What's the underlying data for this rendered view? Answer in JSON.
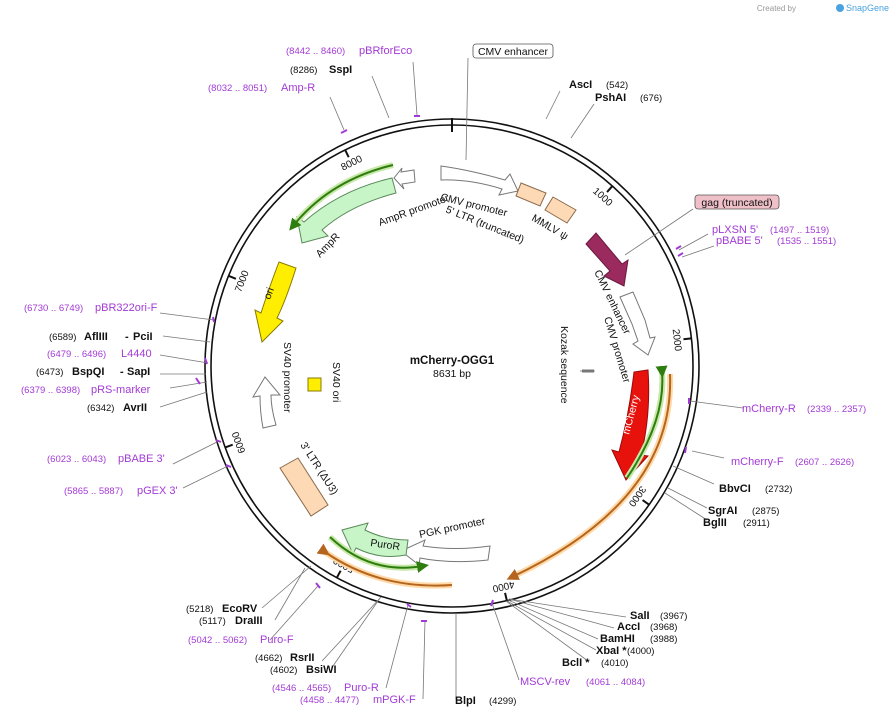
{
  "credit": {
    "prefix": "Created by",
    "brand": "SnapGene"
  },
  "plasmid": {
    "name": "mCherry-OGG1",
    "length_label": "8631 bp"
  },
  "ticks": [
    "1000",
    "2000",
    "3000",
    "4000",
    "5000",
    "6000",
    "7000",
    "8000"
  ],
  "enzymes": {
    "ascI": {
      "name": "AscI",
      "pos": "(542)"
    },
    "pshAI": {
      "name": "PshAI",
      "pos": "(676)"
    },
    "sspI": {
      "name": "SspI",
      "pos": "(8286)"
    },
    "bbvCI": {
      "name": "BbvCI",
      "pos": "(2732)"
    },
    "sgrAI": {
      "name": "SgrAI",
      "pos": "(2875)"
    },
    "bglII": {
      "name": "BglII",
      "pos": "(2911)"
    },
    "salI": {
      "name": "SalI",
      "pos": "(3967)"
    },
    "accI": {
      "name": "AccI",
      "pos": "(3968)"
    },
    "bamHI": {
      "name": "BamHI",
      "pos": "(3988)"
    },
    "xbaI": {
      "name": "XbaI *",
      "pos": "(4000)"
    },
    "bclI": {
      "name": "BclI *",
      "pos": "(4010)"
    },
    "blpI": {
      "name": "BlpI",
      "pos": "(4299)"
    },
    "rsrII": {
      "name": "RsrII",
      "pos": "(4662)"
    },
    "bsiWI": {
      "name": "BsiWI",
      "pos": "(4602)"
    },
    "ecoRV": {
      "name": "EcoRV",
      "pos": "(5218)"
    },
    "draIII": {
      "name": "DraIII",
      "pos": "(5117)"
    },
    "aflIII": {
      "name": "AflIII",
      "sep": "-",
      "name2": "PciI",
      "pos": "(6589)"
    },
    "bspQI": {
      "name": "BspQI",
      "sep": "-",
      "name2": "SapI",
      "pos": "(6473)"
    },
    "avrII": {
      "name": "AvrII",
      "pos": "(6342)"
    }
  },
  "primers": {
    "pBRforEco": {
      "name": "pBRforEco",
      "pos": "(8442 .. 8460)"
    },
    "ampR": {
      "name": "Amp-R",
      "pos": "(8032 .. 8051)"
    },
    "pLXSN5": {
      "name": "pLXSN 5'",
      "pos": "(1497 .. 1519)"
    },
    "pBABE5": {
      "name": "pBABE 5'",
      "pos": "(1535 .. 1551)"
    },
    "mCherryR": {
      "name": "mCherry-R",
      "pos": "(2339 .. 2357)"
    },
    "mCherryF": {
      "name": "mCherry-F",
      "pos": "(2607 .. 2626)"
    },
    "msCVrev": {
      "name": "MSCV-rev",
      "pos": "(4061 .. 4084)"
    },
    "puroR": {
      "name": "Puro-R",
      "pos": "(4546 .. 4565)"
    },
    "mPGKF": {
      "name": "mPGK-F",
      "pos": "(4458 .. 4477)"
    },
    "puroF": {
      "name": "Puro-F",
      "pos": "(5042 .. 5062)"
    },
    "pBABE3": {
      "name": "pBABE 3'",
      "pos": "(6023 .. 6043)"
    },
    "pGEX3": {
      "name": "pGEX 3'",
      "pos": "(5865 .. 5887)"
    },
    "pBR322ori": {
      "name": "pBR322ori-F",
      "pos": "(6730 .. 6749)"
    },
    "l4440": {
      "name": "L4440",
      "pos": "(6479 .. 6496)"
    },
    "pRSmarker": {
      "name": "pRS-marker",
      "pos": "(6379 .. 6398)"
    }
  },
  "features": {
    "cmvEnhancerBox": "CMV enhancer",
    "gagBox": "gag (truncated)",
    "cmvPromoterTop": "CMV promoter",
    "ltr5": "5' LTR (truncated)",
    "mmlv": "MMLV ψ",
    "cmvEnhancerInner": "CMV enhancer",
    "cmvPromoterInner": "CMV promoter",
    "kozak": "Kozak sequence",
    "mCherry": "mCherry",
    "pgkPromoter": "PGK promoter",
    "puroR": "PuroR",
    "ltr3": "3' LTR (ΔU3)",
    "sv40Promoter": "SV40 promoter",
    "sv40Ori": "SV40 ori",
    "ori": "ori",
    "ampR": "AmpR",
    "ampRPromoter": "AmpR promoter"
  },
  "colors": {
    "backbone": "#111111",
    "primer": "#a33ad6",
    "mCherry": "#e8120c",
    "gag": "#9b2a5e",
    "ori": "#ffee00",
    "resistance": "#c8f5c8",
    "ltr": "#fdd9b5",
    "promoter": "#ffffff",
    "primerGreen": "#2e7d0f",
    "primerOrange": "#b5651d"
  }
}
